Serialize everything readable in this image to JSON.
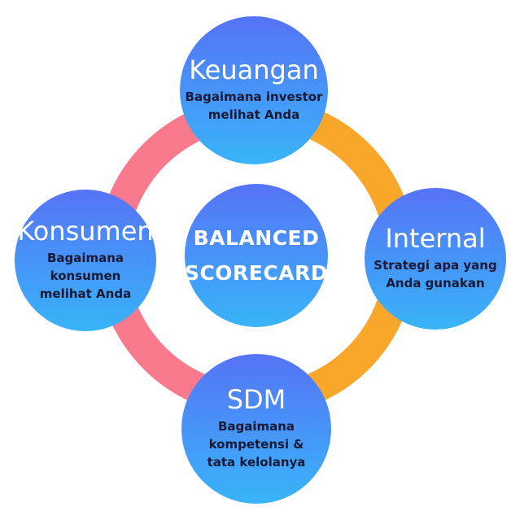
{
  "colors": {
    "background": "#FFFFFF",
    "ring_pink": "#F97A8C",
    "ring_orange": "#F9A72B",
    "circle_gradient_top": "#5673F7",
    "circle_gradient_bottom": "#38B4F8",
    "title_text": "#FFFFFF",
    "subtitle_text": "#191935"
  },
  "diagram": {
    "center": {
      "title_lines": [
        "BALANCED",
        "SCORECARD"
      ]
    },
    "nodes": {
      "top": {
        "title": "Keuangan",
        "subtitle_lines": [
          "Bagaimana investor",
          "melihat Anda"
        ]
      },
      "left": {
        "title": "Konsumen",
        "subtitle_lines": [
          "Bagaimana",
          "konsumen",
          "melihat Anda"
        ]
      },
      "right": {
        "title": "Internal",
        "subtitle_lines": [
          "Strategi apa yang",
          "Anda gunakan"
        ]
      },
      "bottom": {
        "title": "SDM",
        "subtitle_lines": [
          "Bagaimana",
          "kompetensi &",
          "tata kelolanya"
        ]
      }
    }
  }
}
